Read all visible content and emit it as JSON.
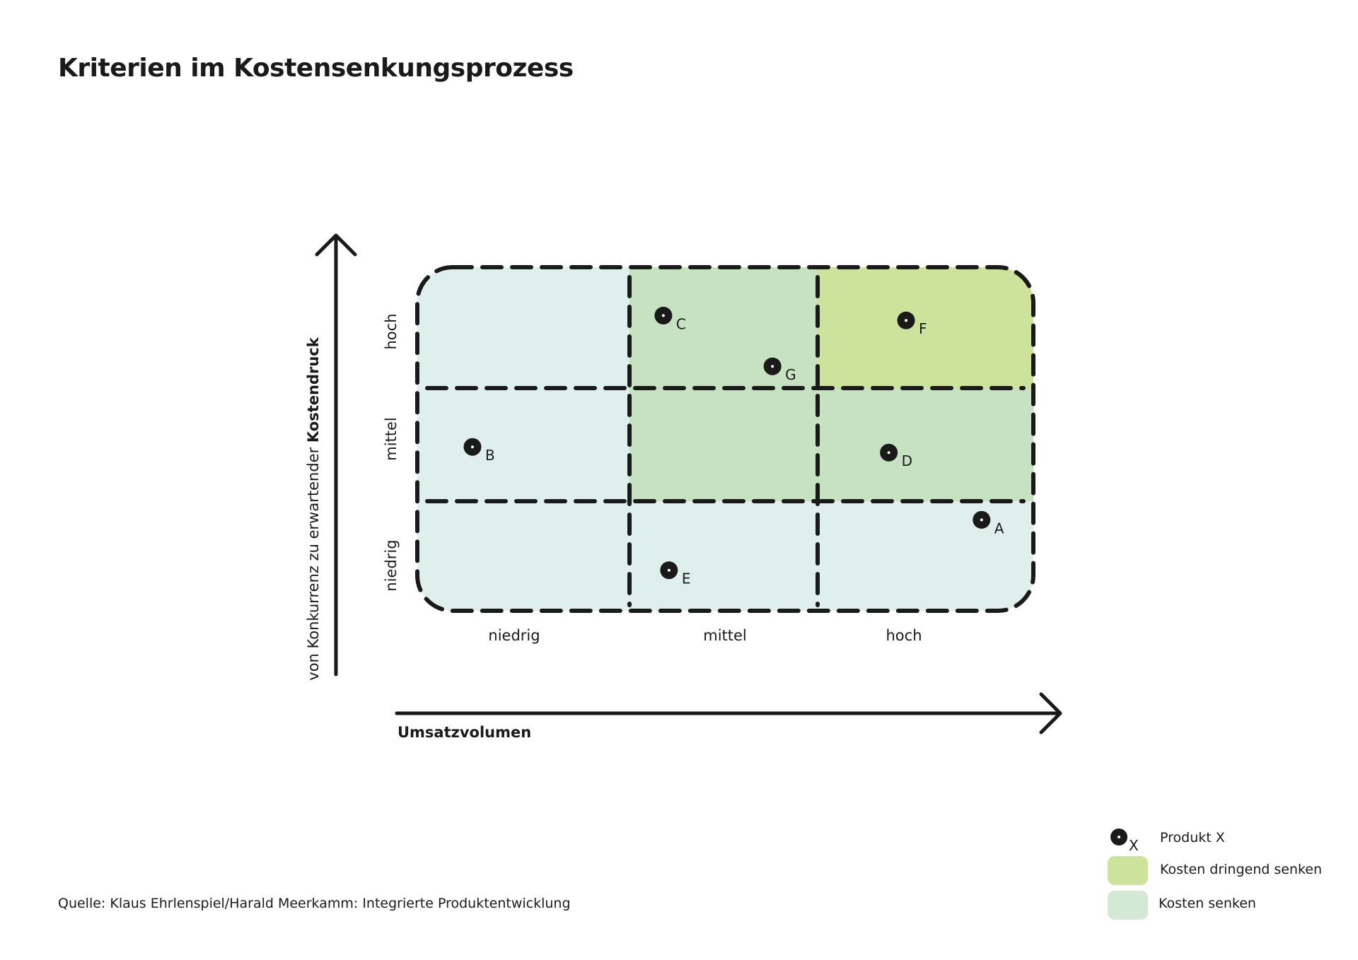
{
  "title": "Kriterien im Kostensenkungsprozess",
  "source": "Quelle: Klaus Ehrlenspiel/Harald Meerkamm: Integrierte Produktentwicklung",
  "colors": {
    "kosten_senken": "#dff0ec",
    "kosten_senken_legend": "#d3e8d5",
    "kosten_senken_mittel": "#c6e2c0",
    "kosten_dringend_senken": "#cde29a",
    "ink": "#1a1a1a"
  },
  "chart_data": {
    "type": "scatter",
    "title": "Kriterien im Kostensenkungsprozess",
    "xlabel": "Umsatzvolumen",
    "ylabel_prefix": "von Konkurrenz zu erwartender ",
    "ylabel_bold": "Kostendruck",
    "x_categories": [
      "niedrig",
      "mittel",
      "hoch"
    ],
    "y_categories": [
      "niedrig",
      "mittel",
      "hoch"
    ],
    "xlim": [
      0,
      3
    ],
    "ylim": [
      0,
      3
    ],
    "cell_zones": [
      [
        "senken",
        "senken",
        "senken"
      ],
      [
        "senken",
        "senken_mittel",
        "senken_mittel"
      ],
      [
        "senken",
        "senken_mittel",
        "dringend"
      ]
    ],
    "points": [
      {
        "label": "A",
        "x": 2.76,
        "y": 0.83
      },
      {
        "label": "B",
        "x": 0.26,
        "y": 1.48
      },
      {
        "label": "C",
        "x": 1.18,
        "y": 2.6
      },
      {
        "label": "D",
        "x": 2.33,
        "y": 1.43
      },
      {
        "label": "E",
        "x": 1.21,
        "y": 0.37
      },
      {
        "label": "F",
        "x": 2.41,
        "y": 2.56
      },
      {
        "label": "G",
        "x": 1.76,
        "y": 2.18
      }
    ],
    "legend": [
      {
        "marker": "dot",
        "marker_label": "X",
        "label": "Produkt X"
      },
      {
        "marker": "swatch",
        "zone": "dringend",
        "label": "Kosten dringend senken"
      },
      {
        "marker": "swatch",
        "zone": "senken",
        "label": "Kosten senken"
      }
    ],
    "legend_position": "bottom-right"
  }
}
